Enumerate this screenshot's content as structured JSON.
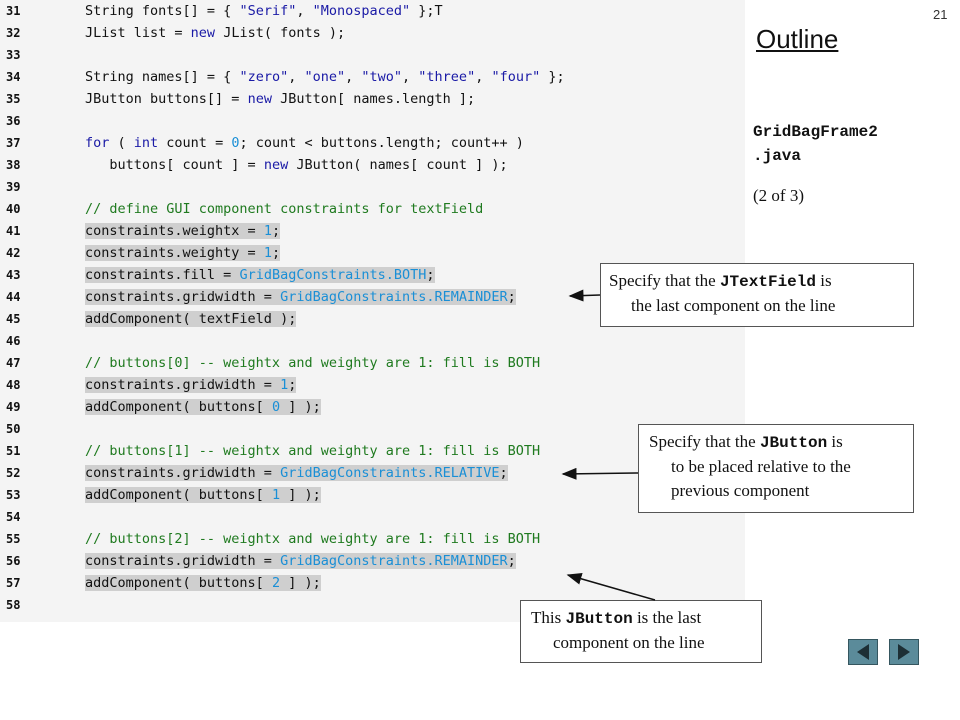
{
  "page_number": "21",
  "outline_title": "Outline",
  "file_name_line1": "GridBagFrame2",
  "file_name_line2": ".java",
  "part_label": "(2 of 3)",
  "code_lines": [
    {
      "n": "31",
      "t": "String fonts[] = { \"Serif\", \"Monospaced\" };T"
    },
    {
      "n": "32",
      "t": "JList list = new JList( fonts );"
    },
    {
      "n": "33",
      "t": ""
    },
    {
      "n": "34",
      "t": "String names[] = { \"zero\", \"one\", \"two\", \"three\", \"four\" };"
    },
    {
      "n": "35",
      "t": "JButton buttons[] = new JButton[ names.length ];"
    },
    {
      "n": "36",
      "t": ""
    },
    {
      "n": "37",
      "t": "for ( int count = 0; count < buttons.length; count++ )"
    },
    {
      "n": "38",
      "t": "buttons[ count ] = new JButton( names[ count ] );"
    },
    {
      "n": "39",
      "t": ""
    },
    {
      "n": "40",
      "t": "// define GUI component constraints for textField"
    },
    {
      "n": "41",
      "t": "constraints.weightx = 1;"
    },
    {
      "n": "42",
      "t": "constraints.weighty = 1;"
    },
    {
      "n": "43",
      "t": "constraints.fill = GridBagConstraints.BOTH;"
    },
    {
      "n": "44",
      "t": "constraints.gridwidth = GridBagConstraints.REMAINDER;"
    },
    {
      "n": "45",
      "t": "addComponent( textField );"
    },
    {
      "n": "46",
      "t": ""
    },
    {
      "n": "47",
      "t": "// buttons[0] -- weightx and weighty are 1: fill is BOTH"
    },
    {
      "n": "48",
      "t": "constraints.gridwidth = 1;"
    },
    {
      "n": "49",
      "t": "addComponent( buttons[ 0 ] );"
    },
    {
      "n": "50",
      "t": ""
    },
    {
      "n": "51",
      "t": "// buttons[1] -- weightx and weighty are 1: fill is BOTH"
    },
    {
      "n": "52",
      "t": "constraints.gridwidth = GridBagConstraints.RELATIVE;"
    },
    {
      "n": "53",
      "t": "addComponent( buttons[ 1 ] );"
    },
    {
      "n": "54",
      "t": ""
    },
    {
      "n": "55",
      "t": "// buttons[2] -- weightx and weighty are 1: fill is BOTH"
    },
    {
      "n": "56",
      "t": "constraints.gridwidth = GridBagConstraints.REMAINDER;"
    },
    {
      "n": "57",
      "t": "addComponent( buttons[ 2 ] );"
    },
    {
      "n": "58",
      "t": ""
    }
  ],
  "callouts": {
    "textfield": {
      "pre": "Specify that the ",
      "code": "JTextField",
      "post": " is",
      "line2": "the last component on the line"
    },
    "jbutton_relative": {
      "pre": "Specify that the ",
      "code": "JButton",
      "post": " is",
      "line2": "to be placed relative to the",
      "line3": "previous component"
    },
    "last_button": {
      "pre": "This ",
      "code": "JButton",
      "post": " is the last",
      "line2": "component on the line"
    }
  },
  "colors": {
    "code_bg": "#f4f4f4",
    "highlight": "#cfcfcf",
    "nav_button": "#5b8b9a"
  },
  "icons": {
    "prev": "triangle-left-icon",
    "next": "triangle-right-icon"
  }
}
